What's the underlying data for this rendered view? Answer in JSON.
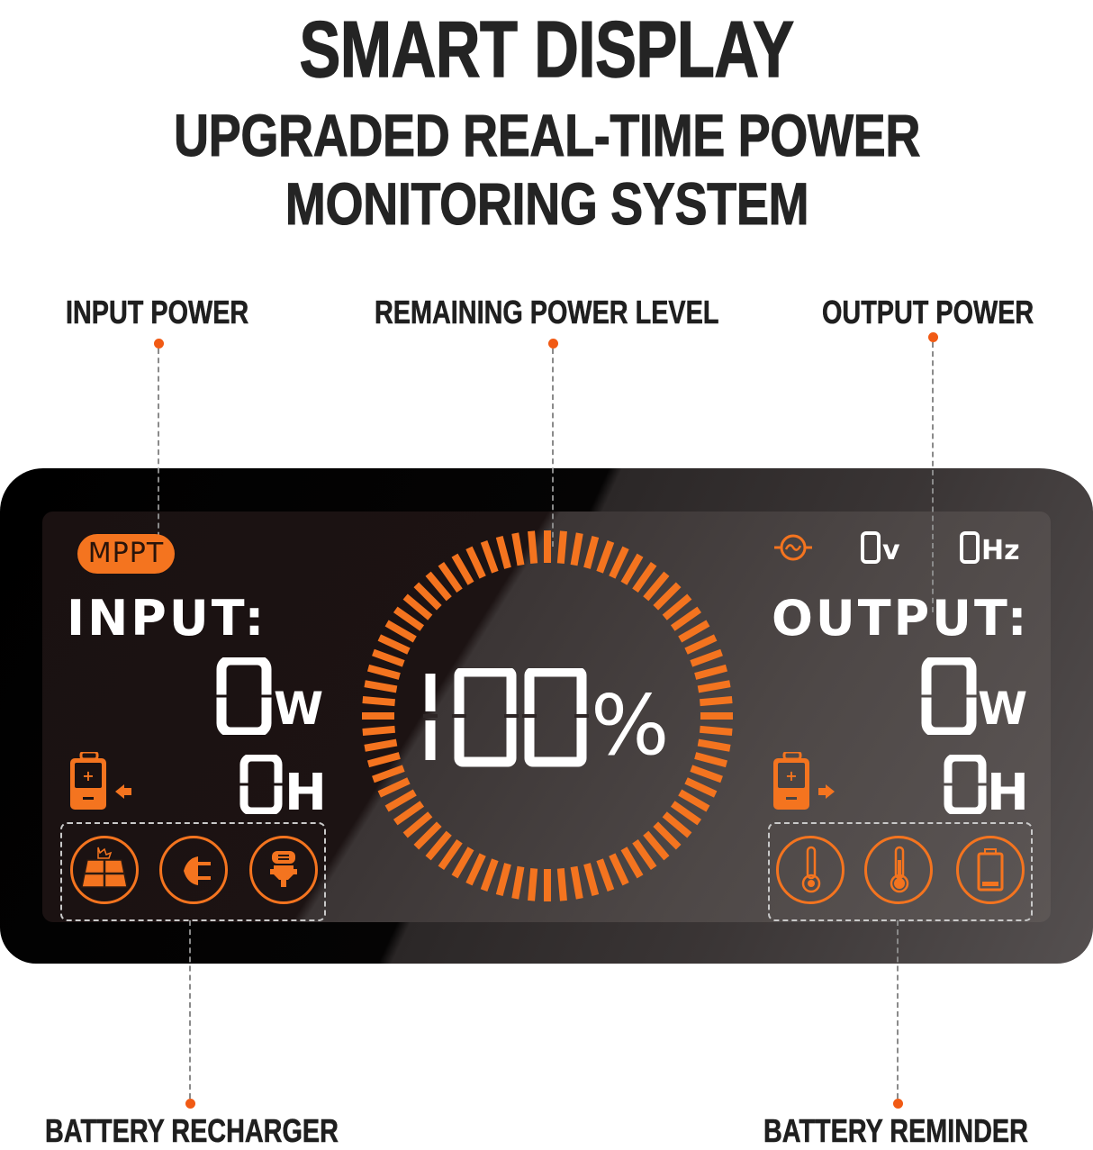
{
  "header": {
    "title": "SMART DISPLAY",
    "subtitle_line1": "UPGRADED REAL-TIME POWER",
    "subtitle_line2": "MONITORING SYSTEM"
  },
  "callouts": {
    "input_power": "INPUT POWER",
    "remaining_power": "REMAINING POWER LEVEL",
    "output_power": "OUTPUT POWER",
    "battery_recharger": "BATTERY RECHARGER",
    "battery_reminder": "BATTERY REMINDER"
  },
  "display": {
    "mppt_badge": "MPPT",
    "input": {
      "label": "INPUT:",
      "watts_value": "0",
      "watts_unit": "W",
      "hours_value": "0",
      "hours_unit": "H",
      "icons": [
        "battery-charging-in-icon",
        "solar-panel-icon",
        "ac-plug-icon",
        "car-charger-icon"
      ]
    },
    "center": {
      "percent_value": "100",
      "percent_sign": "%",
      "ring_segments": 72
    },
    "output": {
      "ac_icon": "ac-wave-icon",
      "voltage_value": "0",
      "voltage_unit": "V",
      "frequency_value": "0",
      "frequency_unit": "Hz",
      "label": "OUTPUT:",
      "watts_value": "0",
      "watts_unit": "W",
      "hours_value": "0",
      "hours_unit": "H",
      "icons": [
        "battery-discharging-out-icon",
        "thermometer-low-icon",
        "thermometer-high-icon",
        "battery-low-icon"
      ]
    }
  },
  "colors": {
    "accent_orange": "#f4741f",
    "callout_dot": "#f15a14",
    "text_dark": "#242424",
    "lcd_white": "#ffffff"
  }
}
